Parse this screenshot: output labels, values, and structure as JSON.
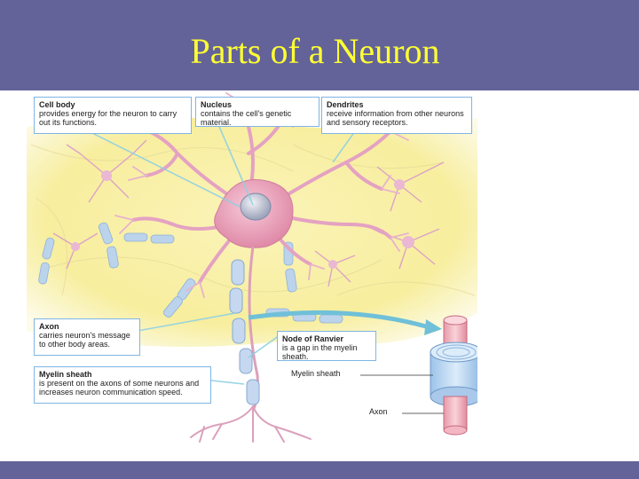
{
  "slide": {
    "title": "Parts of a Neuron",
    "colors": {
      "bar": "#636399",
      "title": "#ffff33",
      "callout_border": "#7fb5e3"
    }
  },
  "diagram": {
    "callouts": {
      "cell_body": {
        "head": "Cell body",
        "body": "provides energy for the neuron to carry out its functions."
      },
      "nucleus": {
        "head": "Nucleus",
        "body": "contains the cell's genetic material."
      },
      "dendrites": {
        "head": "Dendrites",
        "body": "receive information from other neurons and sensory receptors."
      },
      "axon": {
        "head": "Axon",
        "body": "carries neuron's message to other body areas."
      },
      "node_of_ranvier": {
        "head": "Node of Ranvier",
        "body": "is a gap in the myelin sheath."
      },
      "myelin_sheath": {
        "head": "Myelin sheath",
        "body": "is present on the axons of some neurons and increases neuron communication speed."
      }
    },
    "inset_labels": {
      "myelin": "Myelin sheath",
      "axon": "Axon"
    }
  }
}
